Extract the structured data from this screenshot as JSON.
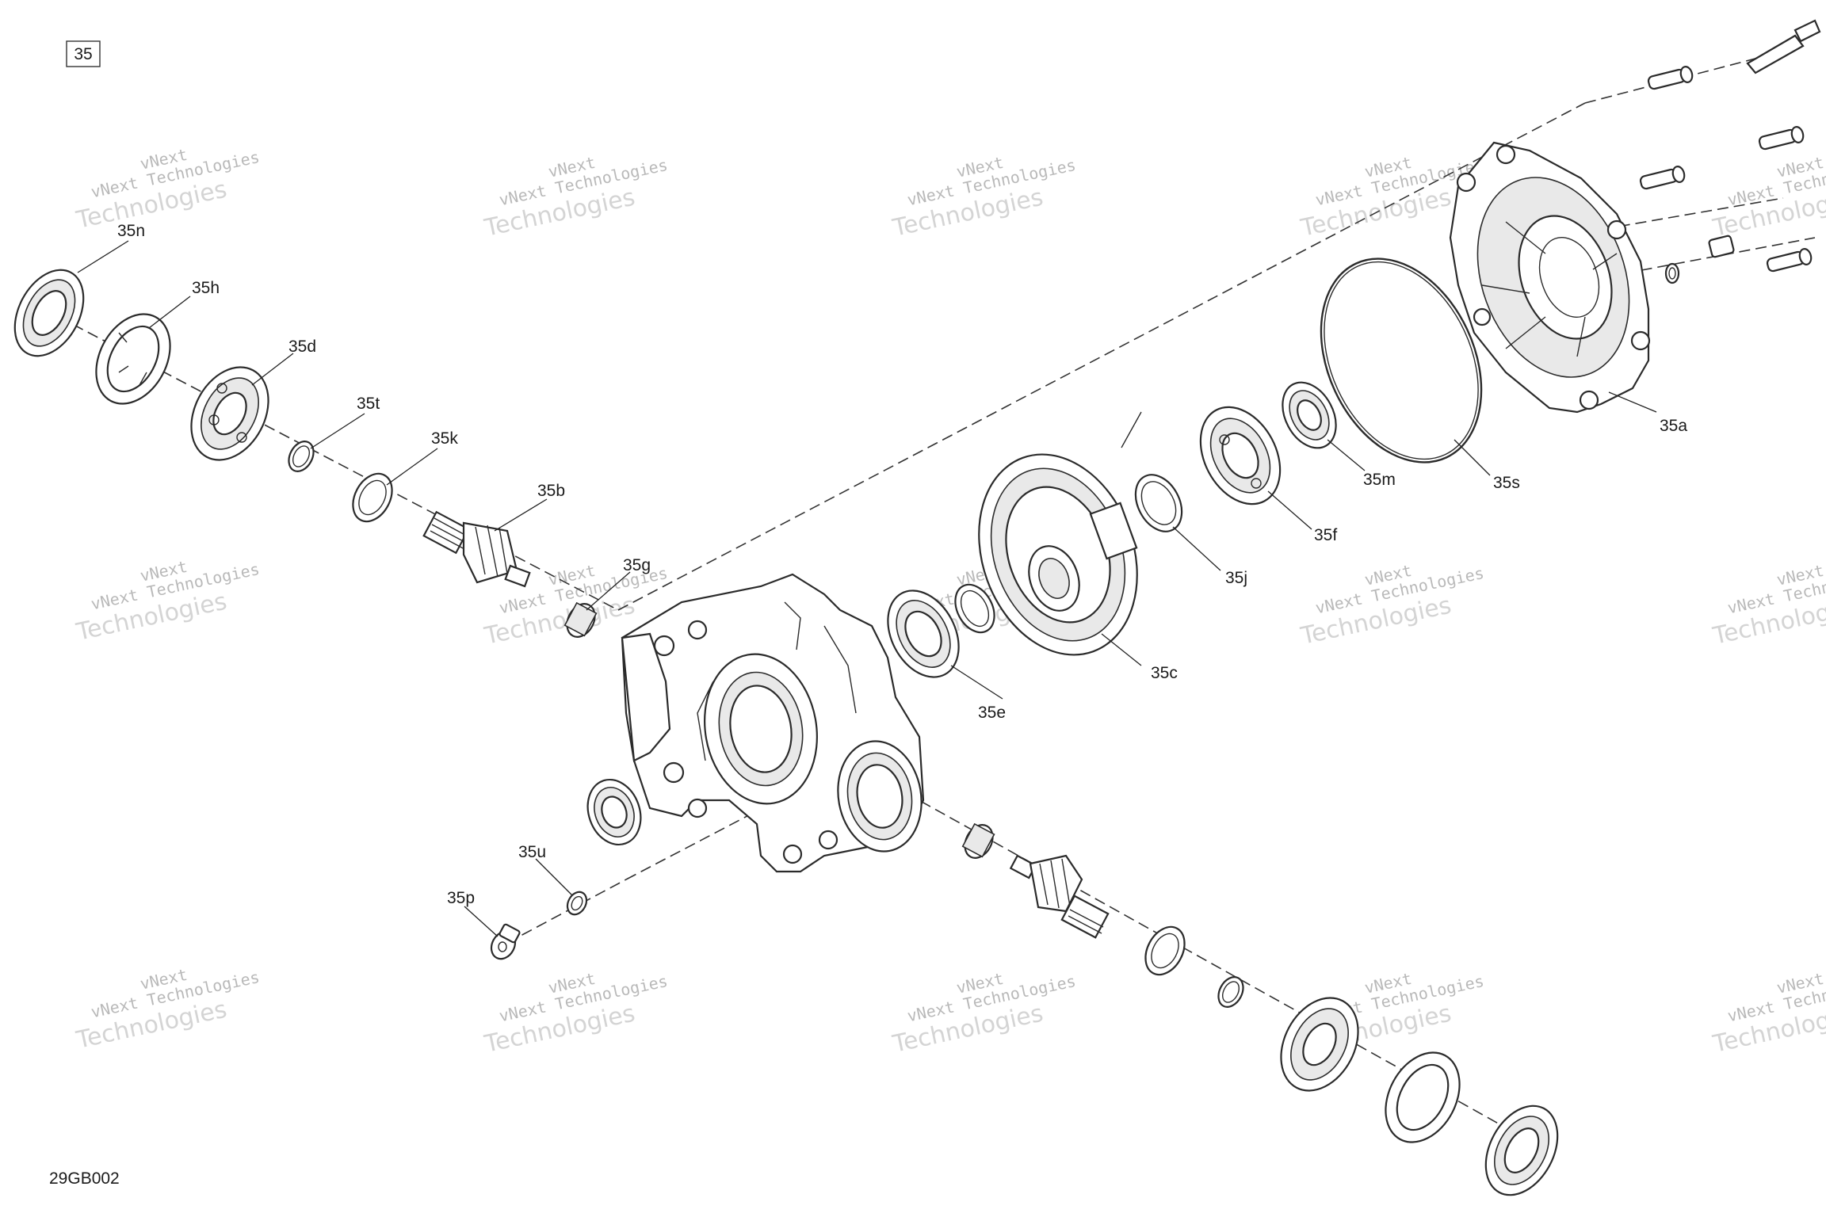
{
  "figure_number": "35",
  "drawing_code": "29GB002",
  "watermark": {
    "line1": "vNext Technologies",
    "line2": "Technologies",
    "fragment": "vNext"
  },
  "callouts": {
    "c35a": "35a",
    "c35b": "35b",
    "c35c": "35c",
    "c35d": "35d",
    "c35e": "35e",
    "c35f": "35f",
    "c35g": "35g",
    "c35h": "35h",
    "c35j": "35j",
    "c35k": "35k",
    "c35m": "35m",
    "c35n": "35n",
    "c35p": "35p",
    "c35s": "35s",
    "c35t": "35t",
    "c35u": "35u"
  }
}
